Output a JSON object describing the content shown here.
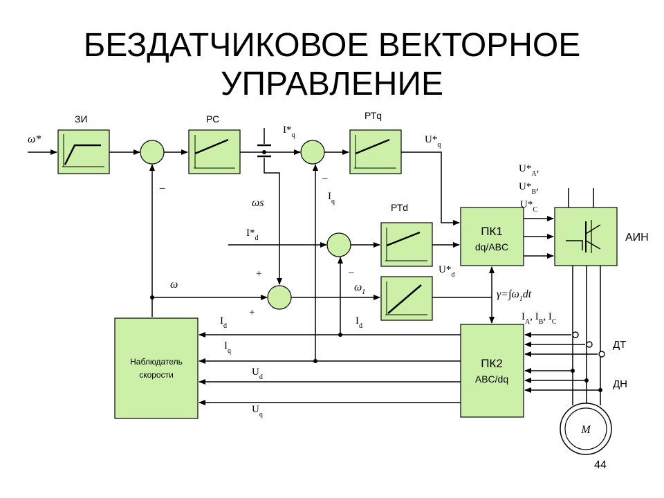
{
  "title": {
    "line1": "БЕЗДАТЧИКОВОЕ ВЕКТОРНОЕ",
    "line2": "УПРАВЛЕНИЕ"
  },
  "page_number": "44",
  "blocks": {
    "zi": "ЗИ",
    "rs": "РС",
    "rtq": "РТq",
    "rtd": "РТd",
    "pk1": "ПК1",
    "pk1_sub": "dq/ABC",
    "pk2": "ПК2",
    "pk2_sub": "ABC/dq",
    "observer_line1": "Наблюдатель",
    "observer_line2": "скорости",
    "ain": "АИН",
    "motor": "M"
  },
  "signals": {
    "omega_ref": "ω*",
    "iq_ref": "I*",
    "iq_ref_sub": "q",
    "uq_ref": "U*",
    "uq_ref_sub": "q",
    "ua_ref": "U*",
    "ua_ref_sub": "A",
    "ub_ref": "U*",
    "ub_ref_sub": "B",
    "uc_ref": "U*",
    "uc_ref_sub": "C",
    "comma": ",",
    "omega_s": "ωs",
    "id_ref": "I*",
    "id_ref_sub": "d",
    "ud_ref": "U*",
    "ud_ref_sub": "d",
    "iq_fb": "I",
    "iq_fb_sub": "q",
    "omega": "ω",
    "omega1": "ω",
    "omega1_sub": "1",
    "gamma": "γ=∫ω",
    "gamma_sub": "1",
    "gamma_tail": "dt",
    "id_fb": "I",
    "id_fb_sub": "d",
    "iabc": "I",
    "iabc_a": "A",
    "iabc_b_prefix": ", I",
    "iabc_b": "B",
    "iabc_c_prefix": ", I",
    "iabc_c": "C",
    "obs_id": "I",
    "obs_id_sub": "d",
    "obs_iq": "I",
    "obs_iq_sub": "q",
    "obs_ud": "U",
    "obs_ud_sub": "d",
    "obs_uq": "U",
    "obs_uq_sub": "q",
    "dt": "ДТ",
    "dn": "ДН",
    "minus": "–",
    "plus": "+"
  }
}
